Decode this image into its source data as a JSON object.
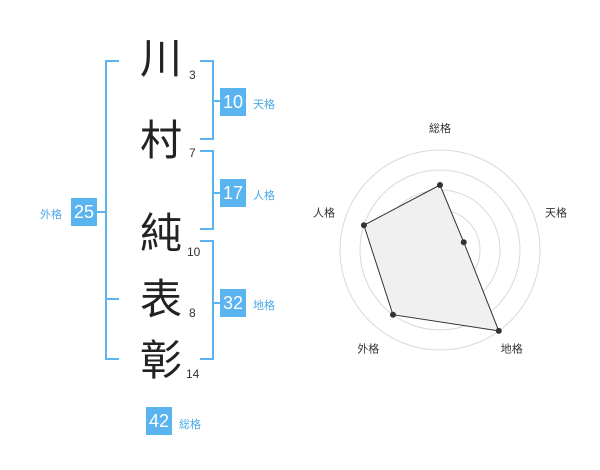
{
  "name_chars": [
    {
      "char": "川",
      "strokes": "3"
    },
    {
      "char": "村",
      "strokes": "7"
    },
    {
      "char": "純",
      "strokes": "10"
    },
    {
      "char": "表",
      "strokes": "8"
    },
    {
      "char": "彰",
      "strokes": "14"
    }
  ],
  "groups": {
    "tenkaku": {
      "value": "10",
      "label": "天格"
    },
    "jinkaku": {
      "value": "17",
      "label": "人格"
    },
    "chikaku": {
      "value": "32",
      "label": "地格"
    },
    "gaikaku": {
      "value": "25",
      "label": "外格"
    },
    "soukaku": {
      "value": "42",
      "label": "総格"
    }
  },
  "colors": {
    "accent": "#5ab4f0",
    "line": "#333333",
    "fill": "#f0f0f0",
    "ring": "#d9d9d9"
  },
  "chart_data": {
    "type": "radar",
    "axes": [
      "総格",
      "天格",
      "地格",
      "外格",
      "人格"
    ],
    "values": [
      0.65,
      0.25,
      1.0,
      0.8,
      0.8
    ],
    "scale_max": 1.0,
    "rings": 5
  }
}
